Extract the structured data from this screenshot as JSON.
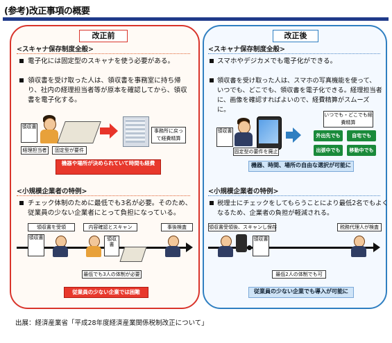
{
  "header": {
    "title": "(参考)改正事項の概要"
  },
  "left": {
    "tab": "改正前",
    "section1": "<スキャナ保存制度全般>",
    "bullet1": "電子化には固定型のスキャナを使う必要がある。",
    "bullet2_l1": "領収書を受け取った人は、領収書を事務室に持ち帰",
    "bullet2_l2": "り、社内の経理担当者等が原本を確認してから、領収",
    "bullet2_l3": "書を電子化する。",
    "doc_label": "領収書",
    "person_label": "経理担当者",
    "scanner_label": "固定型が要件",
    "office_label": "事務所に戻って経費精算",
    "red_note": "機器や場所が決められていて時間も経費",
    "section2": "<小規模企業者の特例>",
    "bullet3_l1": "チェック体制のために最低でも3名が必要。そのため、",
    "bullet3_l2": "従業員の少ない企業者にとって負担になっている。",
    "step1": "領収書を受領",
    "step2": "内容確認とスキャン",
    "step3": "事後検査",
    "min3": "最低でも3人の体制が必要",
    "red_bottom": "従業員の少ない企業では困難"
  },
  "right": {
    "tab": "改正後",
    "section1": "<スキャナ保存制度全般>",
    "bullet1": "スマホやデジカメでも電子化ができる。",
    "bullet2_l1": "領収書を受け取った人は、スマホの写真機能を使って、",
    "bullet2_l2": "いつでも、どこでも、領収書を電子化できる。経理担当者",
    "bullet2_l3": "に、画像を確認すればよいので、経費精算がスムーズ",
    "bullet2_l4": "に。",
    "doc_label": "領収書",
    "phone_label": "固定型の要件を廃止",
    "anytime": "いつでも・どこでも経費精算",
    "g1": "外出先でも",
    "g2": "自宅でも",
    "g3": "出張中でも",
    "g4": "移動中でも",
    "blue_note": "機器、時間、場所の自由な選択が可能に",
    "section2": "<小規模企業者の特例>",
    "bullet3_l1": "税理士にチェックをしてもらうことにより最低2名でもよく",
    "bullet3_l2": "なるため、企業者の負担が軽減される。",
    "step1": "領収書受領後、スキャンし保存",
    "step2": "税務代理人が検査",
    "min2": "最低2人の体制でも可",
    "blue_bottom": "従業員の少ない企業でも導入が可能に"
  },
  "footer": "出展：経済産業省「平成28年度経済産業関係税制改正について」",
  "colors": {
    "left_border": "#d9342b",
    "right_border": "#2f7fc1",
    "header_line": "#1f3a8a",
    "red_box": "#e8382c",
    "green_box": "#1a8a3a"
  }
}
